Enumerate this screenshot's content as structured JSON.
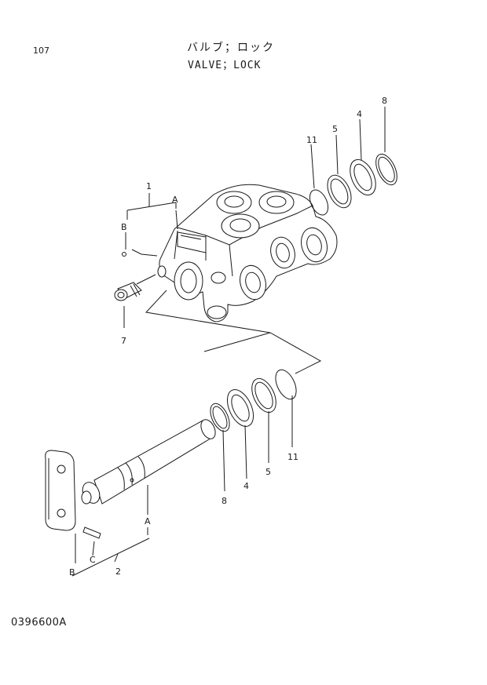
{
  "header": {
    "page_number": "107",
    "title_jp": "バルブ；ロック",
    "title_en": "VALVE；LOCK"
  },
  "footer": {
    "drawing_number": "0396600A"
  },
  "callouts": {
    "valve_assembly": "1",
    "ref_a": "A",
    "ref_b": "B",
    "ref_c": "C",
    "shaft_assembly": "2",
    "washer": "4",
    "ring": "5",
    "plug": "7",
    "snap_ring": "8",
    "o_ring": "11"
  }
}
